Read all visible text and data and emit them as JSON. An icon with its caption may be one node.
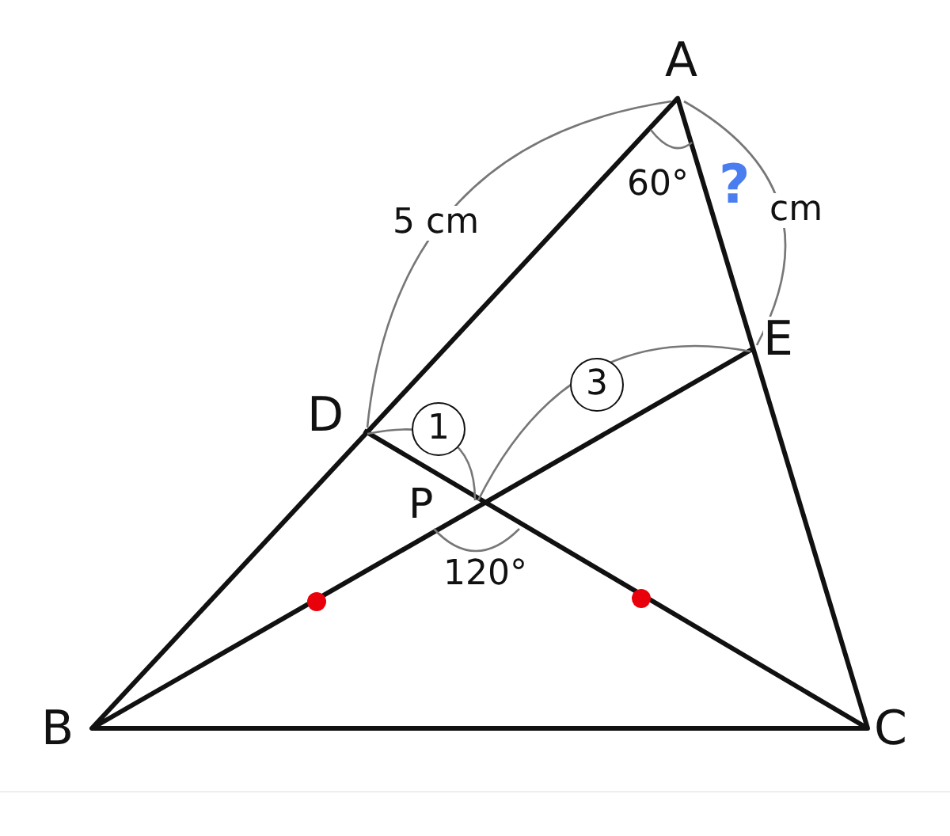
{
  "diagram": {
    "labels": [
      "A",
      "5 cm",
      "60°",
      "?",
      "cm",
      "E",
      "D",
      "1",
      "3",
      "P",
      "120°",
      "B",
      "C"
    ]
  }
}
